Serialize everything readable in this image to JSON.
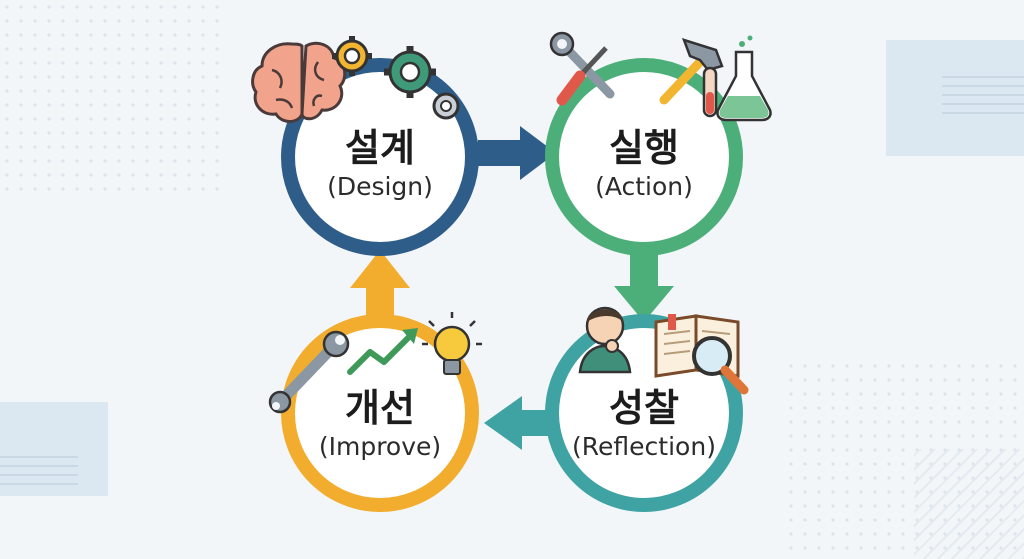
{
  "stages": {
    "design": {
      "title": "설계",
      "subtitle": "(Design)",
      "color": "#2f5d8a"
    },
    "action": {
      "title": "실행",
      "subtitle": "(Action)",
      "color": "#4caf7a"
    },
    "reflect": {
      "title": "성찰",
      "subtitle": "(Reflection)",
      "color": "#3fa3a3"
    },
    "improve": {
      "title": "개선",
      "subtitle": "(Improve)",
      "color": "#f2ad2f"
    }
  },
  "icons": {
    "design": [
      "brain-icon",
      "gear-icon"
    ],
    "action": [
      "wrench-icon",
      "screwdriver-icon",
      "hammer-icon",
      "test-tube-icon",
      "flask-icon"
    ],
    "reflect": [
      "thinking-person-icon",
      "open-book-icon",
      "magnifier-icon"
    ],
    "improve": [
      "wrench-icon",
      "trend-arrow-icon",
      "lightbulb-icon"
    ]
  }
}
